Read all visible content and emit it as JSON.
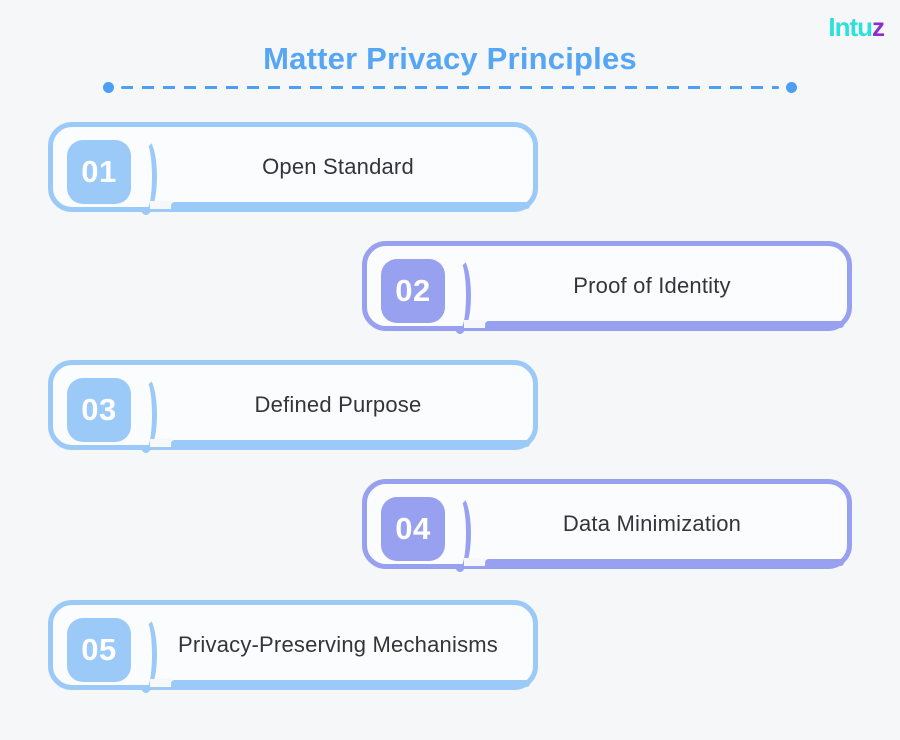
{
  "canvas": {
    "background": "#f6f7f9",
    "card_background": "#fbfcfd"
  },
  "logo": {
    "text_main": "Intu",
    "text_accent": "z",
    "color_main": "#2ce0de",
    "color_accent": "#8a2fd0"
  },
  "header": {
    "title": "Matter Privacy Principles",
    "title_color": "#57a6f4",
    "divider_color": "#4d9ff3"
  },
  "theme_colors": {
    "blue": "#9bcaf8",
    "periwinkle": "#97a1ef"
  },
  "text_color": "#32363c",
  "principles": [
    {
      "number": "01",
      "label": "Open Standard",
      "theme": "blue",
      "side": "left"
    },
    {
      "number": "02",
      "label": "Proof of Identity",
      "theme": "periwinkle",
      "side": "right"
    },
    {
      "number": "03",
      "label": "Defined Purpose",
      "theme": "blue",
      "side": "left"
    },
    {
      "number": "04",
      "label": "Data Minimization",
      "theme": "periwinkle",
      "side": "right"
    },
    {
      "number": "05",
      "label": "Privacy-Preserving Mechanisms",
      "theme": "blue",
      "side": "left"
    }
  ]
}
